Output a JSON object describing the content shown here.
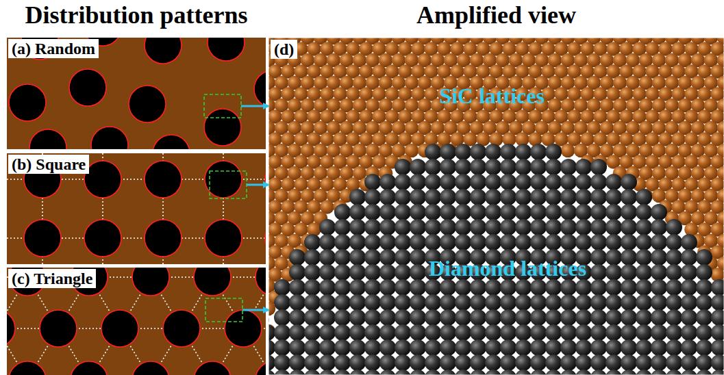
{
  "diagram": {
    "nodes": [
      {
        "text": [
          "(a) Random"
        ]
      },
      {
        "text": [
          "(b) Square"
        ]
      },
      {
        "text": [
          "(c) Triangle"
        ]
      },
      {
        "text": [
          "(d)",
          "SiC lattices",
          "Diamond lattices"
        ]
      }
    ],
    "edges": [
      {
        "from": 0,
        "to": 3,
        "arrow": "to"
      },
      {
        "from": 1,
        "to": 3,
        "arrow": "to"
      },
      {
        "from": 2,
        "to": 3,
        "arrow": "to"
      }
    ],
    "labels": [
      "Distribution patterns",
      "Amplified view"
    ]
  }
}
